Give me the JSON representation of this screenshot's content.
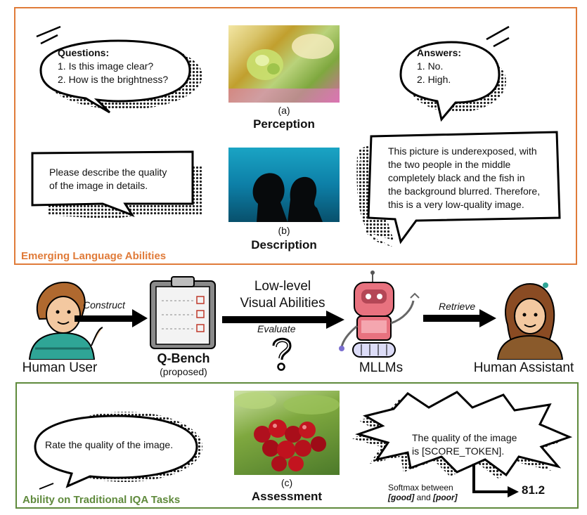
{
  "top_panel": {
    "title": "Emerging Language Abilities",
    "questions_heading": "Questions:",
    "questions": [
      "1. Is this image clear?",
      "2. How is the brightness?"
    ],
    "answers_heading": "Answers:",
    "answers": [
      "1. No.",
      "2. High."
    ],
    "perception_label": "(a)",
    "perception_title": "Perception",
    "describe_prompt": [
      "Please describe the quality",
      "of the image in details."
    ],
    "description_answer": [
      "This picture is underexposed, with",
      "the two people in the middle",
      "completely black and the fish in",
      "the background blurred. Therefore,",
      "this is a very low-quality image."
    ],
    "description_label": "(b)",
    "description_title": "Description"
  },
  "flow": {
    "human_user": "Human User",
    "construct": "Construct",
    "qbench": "Q-Bench",
    "proposed": "(proposed)",
    "low_level": [
      "Low-level",
      "Visual Abilities"
    ],
    "evaluate": "Evaluate",
    "mllms": "MLLMs",
    "retrieve": "Retrieve",
    "human_assistant": "Human Assistant"
  },
  "bottom_panel": {
    "title": "Ability on Traditional IQA Tasks",
    "rate_prompt": "Rate the quality of the image.",
    "assessment_label": "(c)",
    "assessment_title": "Assessment",
    "score_text": [
      "The quality of the image",
      "is [SCORE_TOKEN]."
    ],
    "softmax_line1": "Softmax between",
    "softmax_good": "[good]",
    "softmax_and": " and ",
    "softmax_poor": "[poor]",
    "score_value": "81.2"
  },
  "colors": {
    "orange": "#e07b39",
    "green": "#5f8a3c"
  }
}
